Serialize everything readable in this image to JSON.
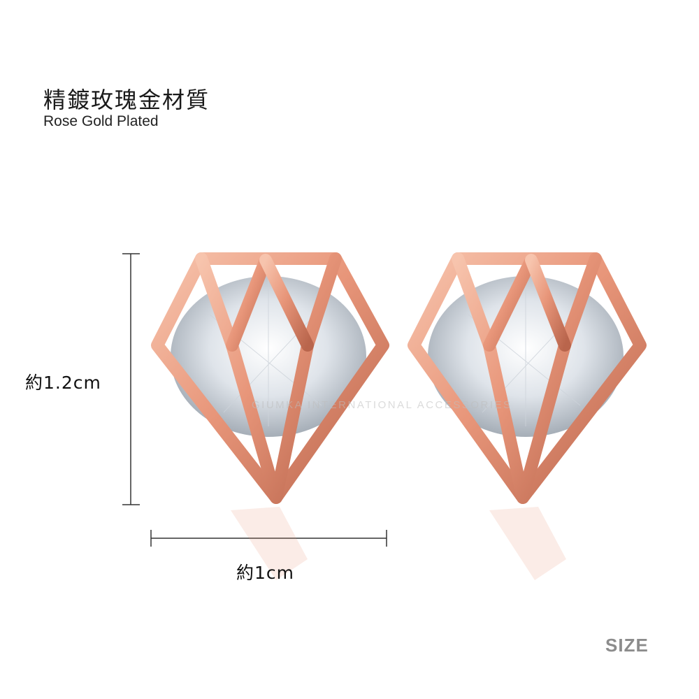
{
  "heading": {
    "title_zh": "精鍍玫瑰金材質",
    "title_en": "Rose Gold Plated"
  },
  "dimensions": {
    "height_label": "約1.2cm",
    "width_label": "約1cm"
  },
  "watermark": "GIUMKA INTERNATIONAL ACCESSORIES",
  "size_tag": "SIZE",
  "colors": {
    "rose_gold": "#e8967a",
    "rose_gold_dark": "#c46e55",
    "crystal": "#e6eaee"
  }
}
